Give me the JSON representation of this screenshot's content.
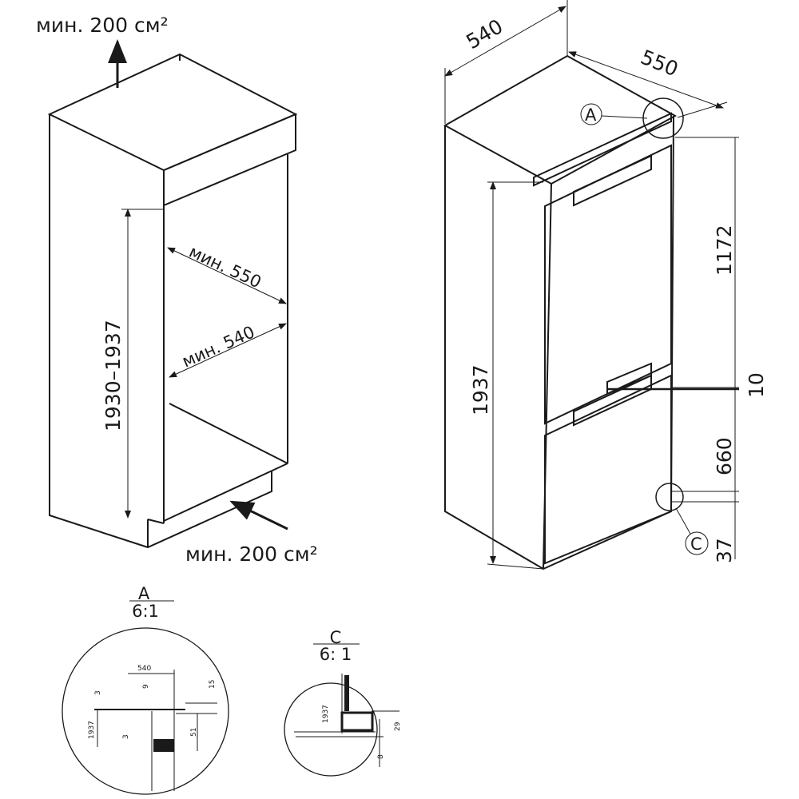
{
  "niche": {
    "vent_top": "мин. 200 см²",
    "vent_bottom": "мин. 200 см²",
    "depth": "мин. 550",
    "width": "мин. 540",
    "height": "1930–1937"
  },
  "appliance": {
    "width": "540",
    "depth": "550",
    "height_total": "1937",
    "upper_door": "1172",
    "gap": "10",
    "lower_door": "660",
    "bottom_offset": "37",
    "callout_a": "A",
    "callout_c": "C"
  },
  "detail_a": {
    "letter": "A",
    "scale": "6:1",
    "dims": [
      "540",
      "3",
      "9",
      "15",
      "1937",
      "3",
      "51"
    ]
  },
  "detail_c": {
    "letter": "C",
    "scale": "6: 1",
    "dims": [
      "1937",
      "29",
      "8"
    ]
  }
}
